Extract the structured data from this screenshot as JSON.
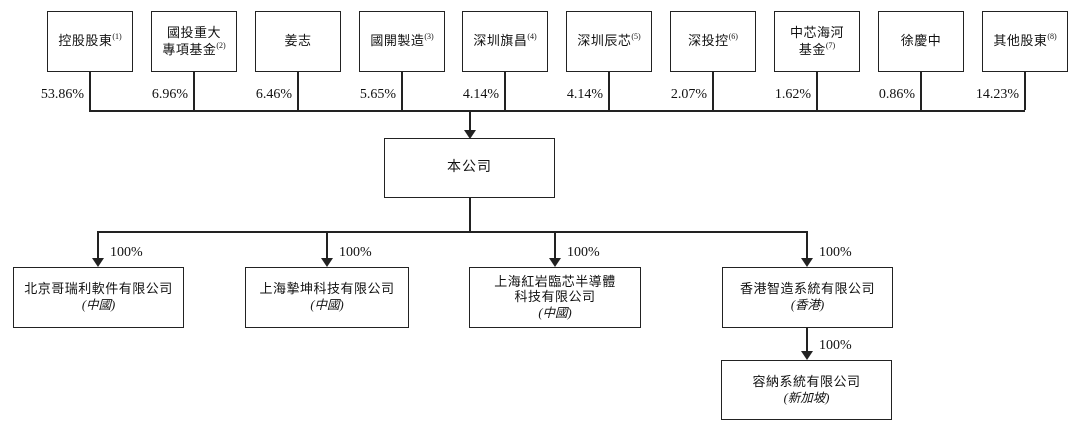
{
  "shareholders": [
    {
      "name": "控股股東",
      "note": "(1)",
      "pct": "53.86%"
    },
    {
      "name": "國投重大\n專項基金",
      "note": "(2)",
      "pct": "6.96%"
    },
    {
      "name": "姜志",
      "note": "",
      "pct": "6.46%"
    },
    {
      "name": "國開製造",
      "note": "(3)",
      "pct": "5.65%"
    },
    {
      "name": "深圳旗昌",
      "note": "(4)",
      "pct": "4.14%"
    },
    {
      "name": "深圳辰芯",
      "note": "(5)",
      "pct": "4.14%"
    },
    {
      "name": "深投控",
      "note": "(6)",
      "pct": "2.07%"
    },
    {
      "name": "中芯海河\n基金",
      "note": "(7)",
      "pct": "1.62%"
    },
    {
      "name": "徐慶中",
      "note": "",
      "pct": "0.86%"
    },
    {
      "name": "其他股東",
      "note": "(8)",
      "pct": "14.23%"
    }
  ],
  "company": {
    "name": "本公司"
  },
  "subsidiaries": [
    {
      "name": "北京哥瑞利軟件有限公司",
      "region": "(中國)",
      "pct": "100%"
    },
    {
      "name": "上海摯坤科技有限公司",
      "region": "(中國)",
      "pct": "100%"
    },
    {
      "name": "上海紅岩臨芯半導體\n科技有限公司",
      "region": "(中國)",
      "pct": "100%"
    },
    {
      "name": "香港智造系統有限公司",
      "region": "(香港)",
      "pct": "100%"
    }
  ],
  "sub_subsidiary": {
    "name": "容納系統有限公司",
    "region": "(新加坡)",
    "pct": "100%"
  }
}
